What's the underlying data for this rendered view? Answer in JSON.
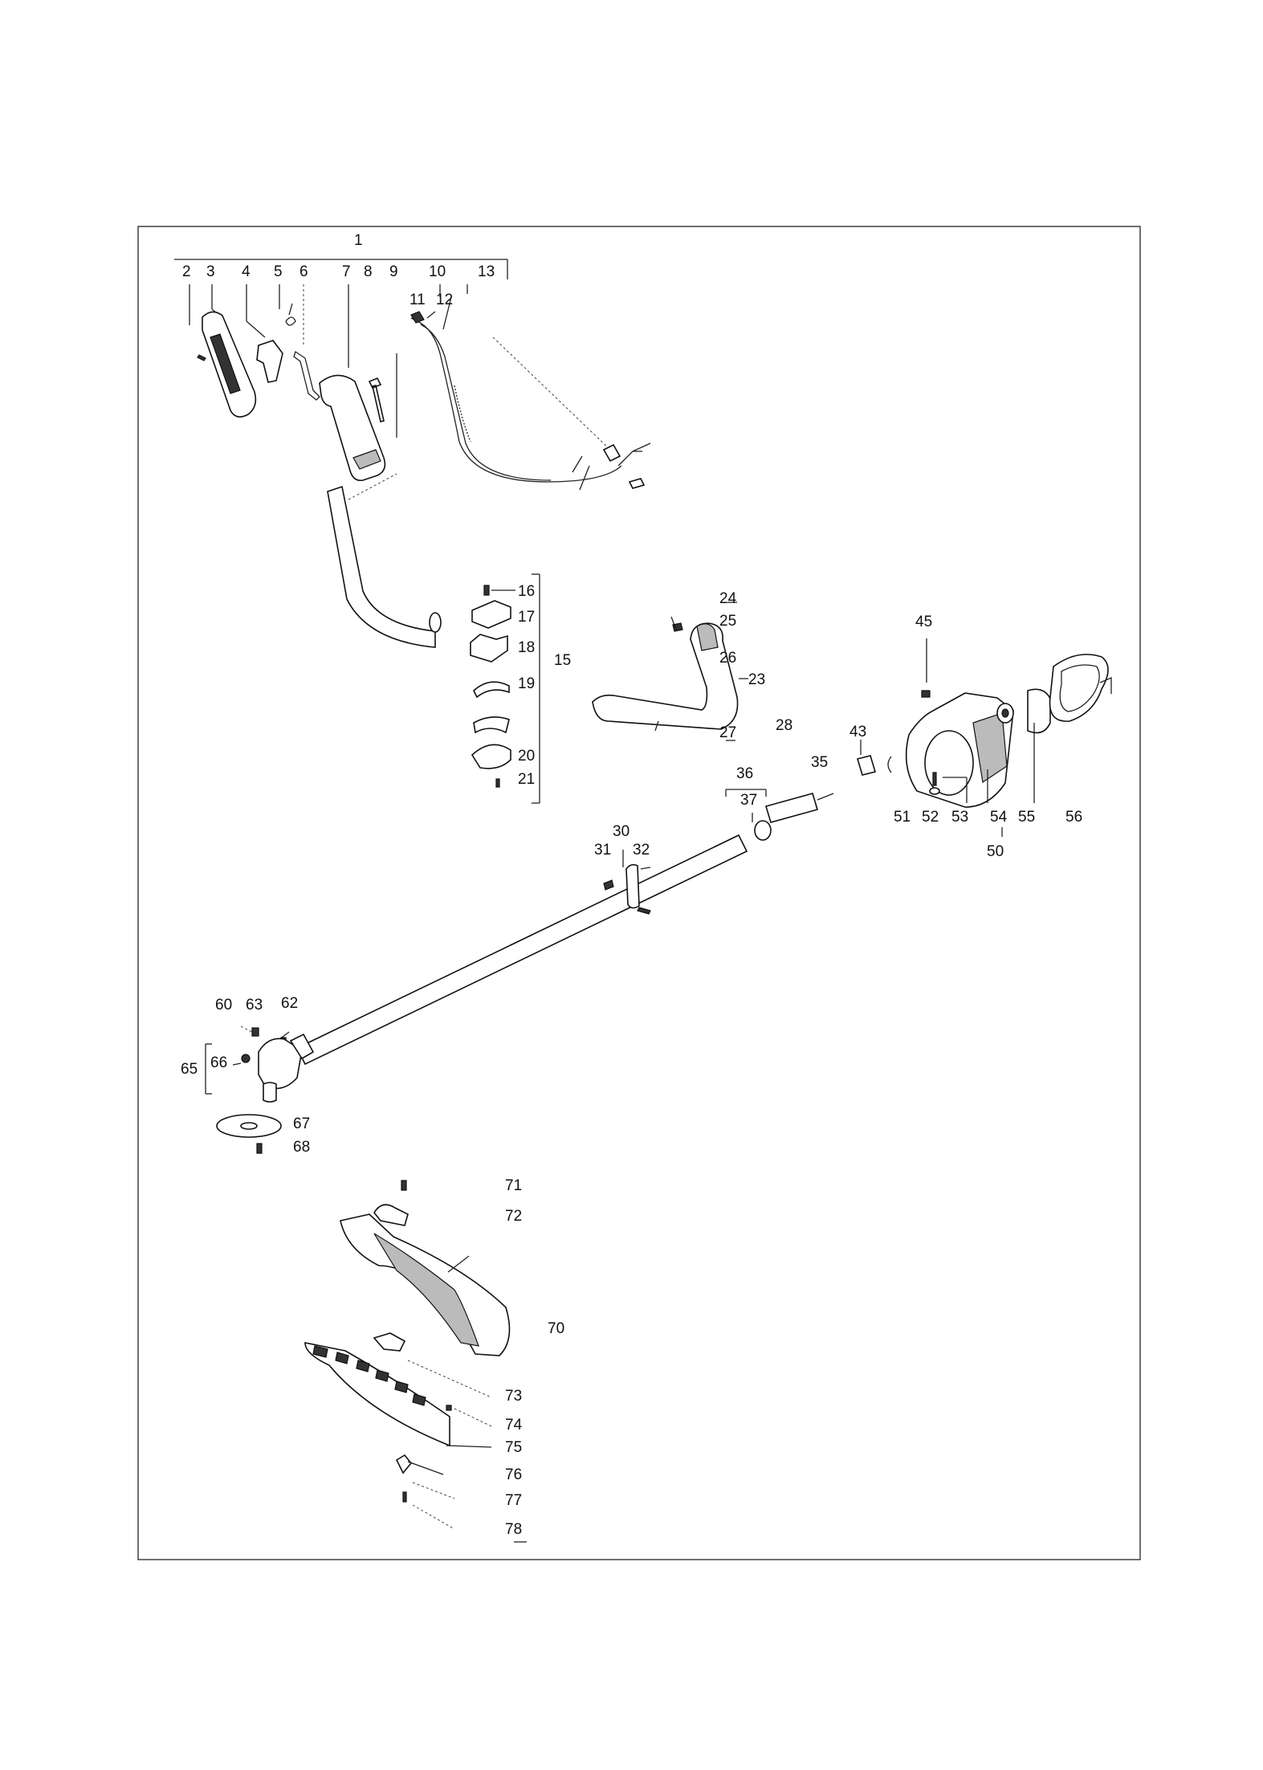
{
  "diagram": {
    "labels": [
      {
        "id": "p1",
        "text": "1"
      },
      {
        "id": "p2",
        "text": "2"
      },
      {
        "id": "p3",
        "text": "3"
      },
      {
        "id": "p4",
        "text": "4"
      },
      {
        "id": "p5",
        "text": "5"
      },
      {
        "id": "p6",
        "text": "6"
      },
      {
        "id": "p7",
        "text": "7"
      },
      {
        "id": "p8",
        "text": "8"
      },
      {
        "id": "p9",
        "text": "9"
      },
      {
        "id": "p10",
        "text": "10"
      },
      {
        "id": "p11",
        "text": "11"
      },
      {
        "id": "p12",
        "text": "12"
      },
      {
        "id": "p13",
        "text": "13"
      },
      {
        "id": "p15",
        "text": "15"
      },
      {
        "id": "p16",
        "text": "16"
      },
      {
        "id": "p17",
        "text": "17"
      },
      {
        "id": "p18",
        "text": "18"
      },
      {
        "id": "p19",
        "text": "19"
      },
      {
        "id": "p20",
        "text": "20"
      },
      {
        "id": "p21",
        "text": "21"
      },
      {
        "id": "p23",
        "text": "23"
      },
      {
        "id": "p24",
        "text": "24"
      },
      {
        "id": "p25",
        "text": "25"
      },
      {
        "id": "p26",
        "text": "26"
      },
      {
        "id": "p27",
        "text": "27"
      },
      {
        "id": "p28",
        "text": "28"
      },
      {
        "id": "p30",
        "text": "30"
      },
      {
        "id": "p31",
        "text": "31"
      },
      {
        "id": "p32",
        "text": "32"
      },
      {
        "id": "p35",
        "text": "35"
      },
      {
        "id": "p36",
        "text": "36"
      },
      {
        "id": "p37",
        "text": "37"
      },
      {
        "id": "p43",
        "text": "43"
      },
      {
        "id": "p45",
        "text": "45"
      },
      {
        "id": "p50",
        "text": "50"
      },
      {
        "id": "p51",
        "text": "51"
      },
      {
        "id": "p52",
        "text": "52"
      },
      {
        "id": "p53",
        "text": "53"
      },
      {
        "id": "p54",
        "text": "54"
      },
      {
        "id": "p55",
        "text": "55"
      },
      {
        "id": "p56",
        "text": "56"
      },
      {
        "id": "p60",
        "text": "60"
      },
      {
        "id": "p62",
        "text": "62"
      },
      {
        "id": "p63",
        "text": "63"
      },
      {
        "id": "p65",
        "text": "65"
      },
      {
        "id": "p66",
        "text": "66"
      },
      {
        "id": "p67",
        "text": "67"
      },
      {
        "id": "p68",
        "text": "68"
      },
      {
        "id": "p70",
        "text": "70"
      },
      {
        "id": "p71",
        "text": "71"
      },
      {
        "id": "p72",
        "text": "72"
      },
      {
        "id": "p73",
        "text": "73"
      },
      {
        "id": "p74",
        "text": "74"
      },
      {
        "id": "p75",
        "text": "75"
      },
      {
        "id": "p76",
        "text": "76"
      },
      {
        "id": "p77",
        "text": "77"
      },
      {
        "id": "p78",
        "text": "78"
      }
    ]
  }
}
